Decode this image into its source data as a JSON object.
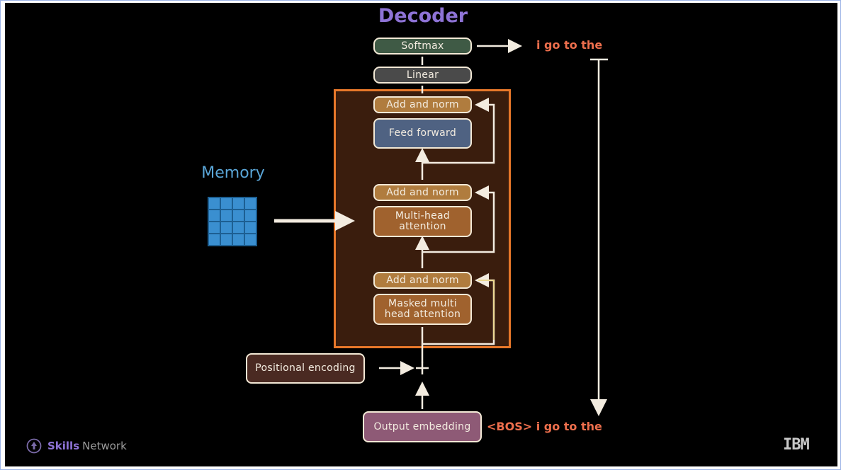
{
  "diagram": {
    "title": "Decoder",
    "memory_label": "Memory",
    "boxes": {
      "softmax": "Softmax",
      "linear": "Linear",
      "add_norm_3": "Add and norm",
      "feed_forward": "Feed forward",
      "add_norm_2": "Add and norm",
      "multi_head": "Multi-head attention",
      "add_norm_1": "Add and norm",
      "masked_attention": "Masked multi head attention",
      "positional_encoding": "Positional encoding",
      "output_embedding": "Output embedding"
    },
    "output_text": "i go to the",
    "input_text": "<BOS> i go to the",
    "colors": {
      "block_fill": "#3a1d0d",
      "block_border": "#e8782a",
      "softmax": "#3f5a45",
      "linear": "#4a4a4a",
      "add_norm": "#b07c3e",
      "feed_forward": "#4f6282",
      "attention": "#a0622e",
      "positional": "#4a2a22",
      "embedding": "#8e5a76",
      "memory": "#3a8fd0"
    }
  },
  "footer": {
    "brand_bold": "Skills",
    "brand_rest": "Network",
    "logo": "IBM"
  }
}
